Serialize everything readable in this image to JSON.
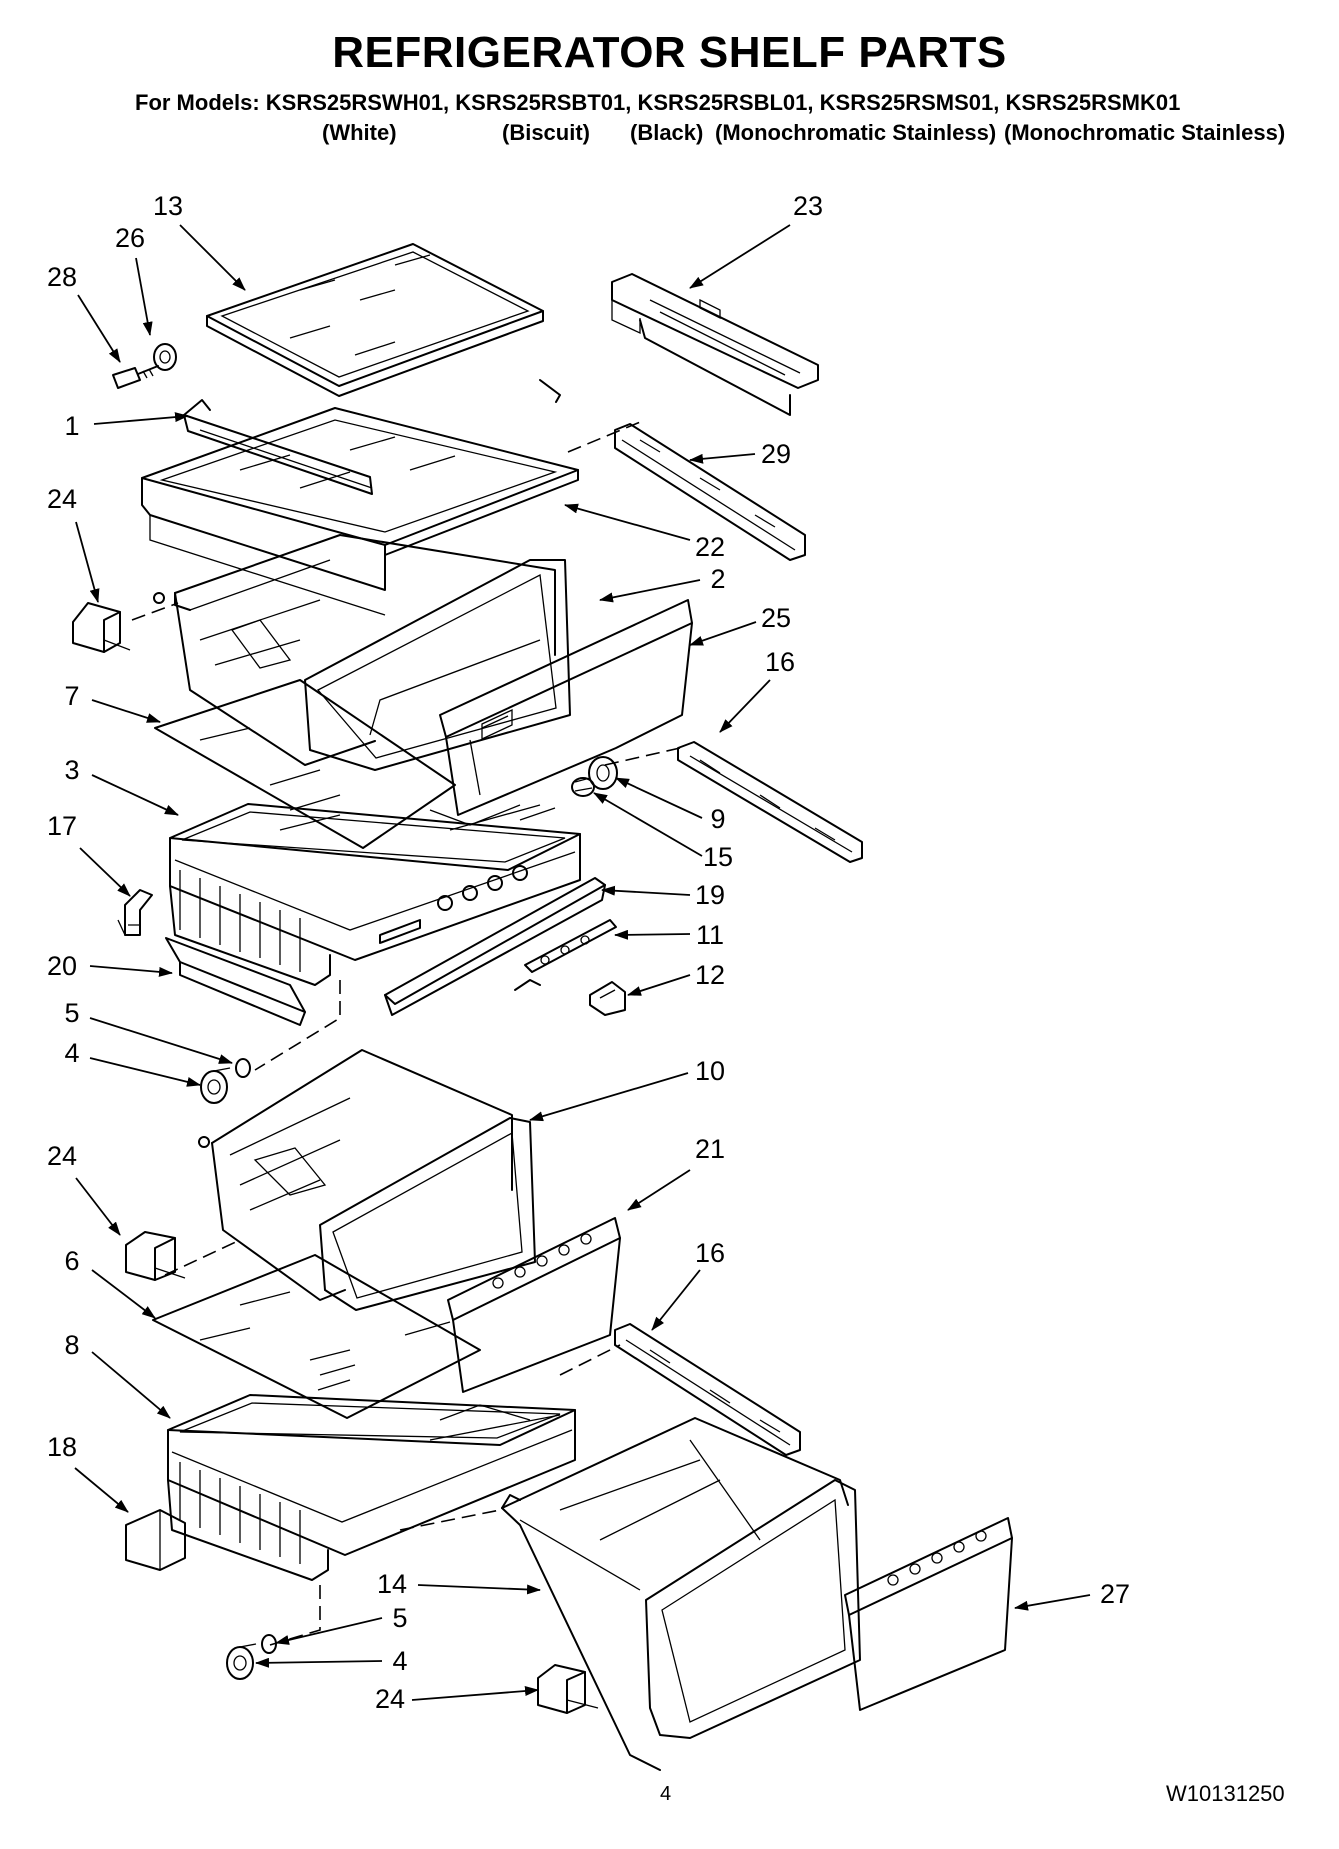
{
  "header": {
    "title": "REFRIGERATOR SHELF PARTS",
    "models_line": "For Models: KSRS25RSWH01, KSRS25RSBT01, KSRS25RSBL01, KSRS25RSMS01, KSRS25RSMK01",
    "variants": [
      "(White)",
      "(Biscuit)",
      "(Black)",
      "(Monochromatic Stainless)",
      "(Monochromatic Stainless)"
    ]
  },
  "callouts": [
    "13",
    "26",
    "28",
    "23",
    "1",
    "29",
    "24",
    "22",
    "2",
    "25",
    "16",
    "7",
    "3",
    "9",
    "17",
    "15",
    "19",
    "11",
    "20",
    "12",
    "5",
    "4",
    "10",
    "24",
    "21",
    "6",
    "16",
    "8",
    "18",
    "14",
    "27",
    "5",
    "4",
    "24"
  ],
  "footer": {
    "page_number": "4",
    "doc_number": "W10131250"
  }
}
